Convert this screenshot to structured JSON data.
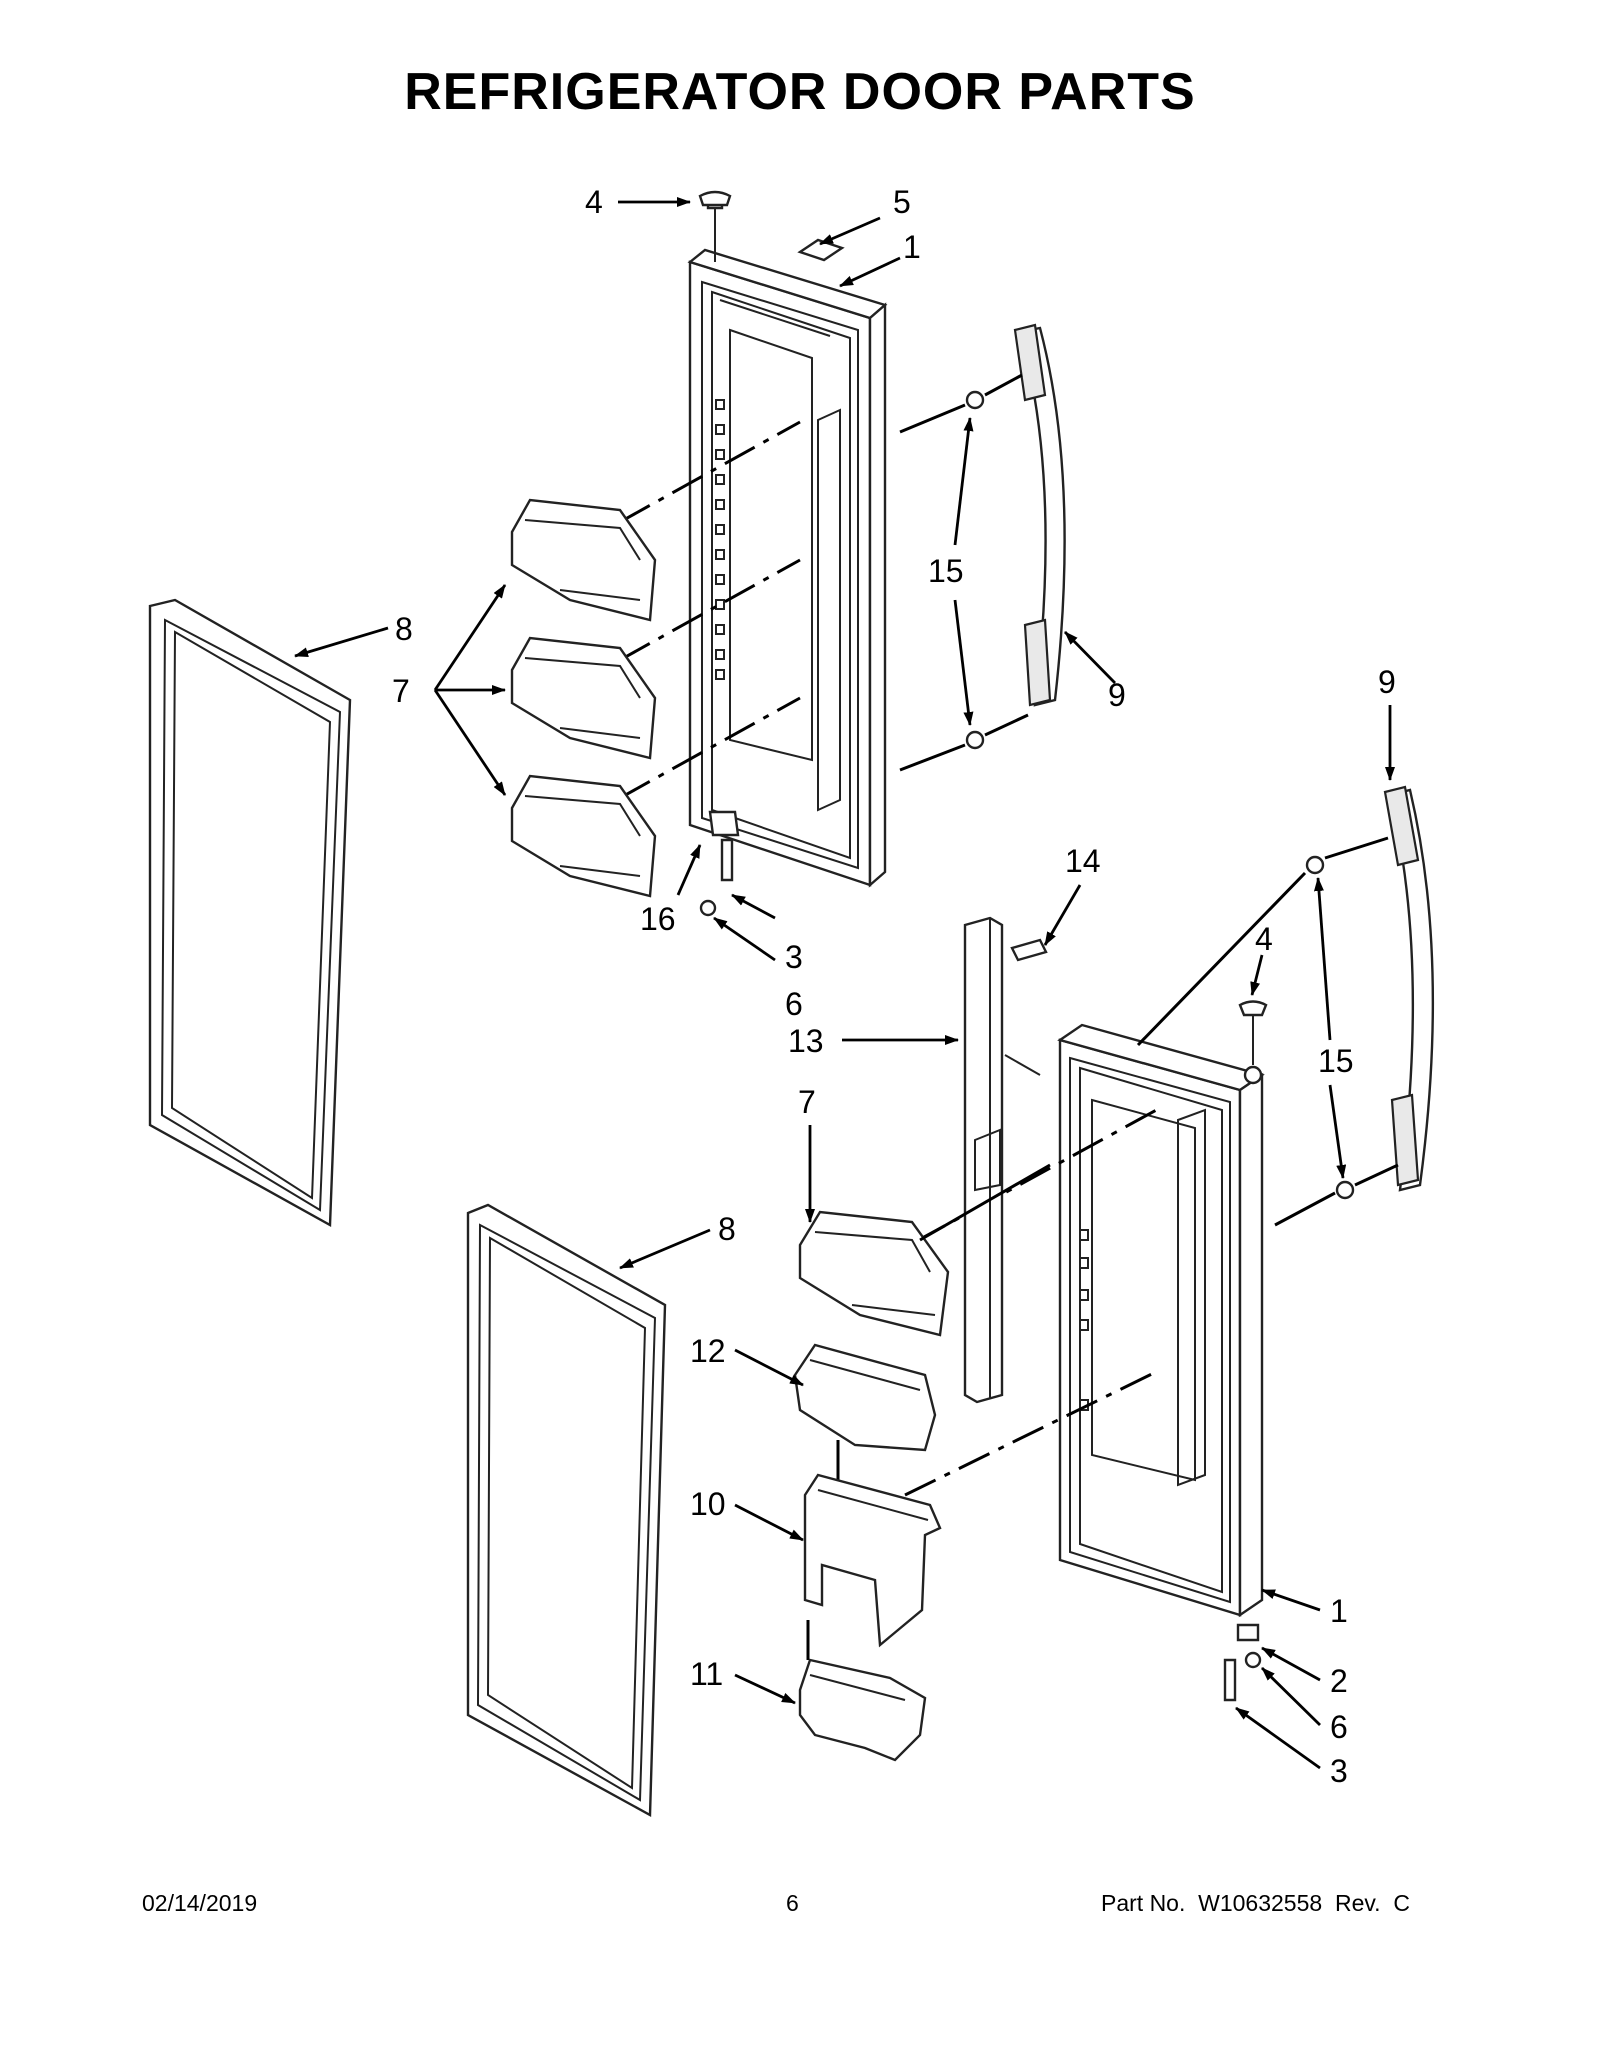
{
  "title": "REFRIGERATOR DOOR PARTS",
  "callouts": [
    {
      "id": "c4a",
      "text": "4"
    },
    {
      "id": "c5",
      "text": "5"
    },
    {
      "id": "c1a",
      "text": "1"
    },
    {
      "id": "c15a",
      "text": "15"
    },
    {
      "id": "c8a",
      "text": "8"
    },
    {
      "id": "c7a",
      "text": "7"
    },
    {
      "id": "c9a",
      "text": "9"
    },
    {
      "id": "c9b",
      "text": "9"
    },
    {
      "id": "c14",
      "text": "14"
    },
    {
      "id": "c16",
      "text": "16"
    },
    {
      "id": "c3a",
      "text": "3"
    },
    {
      "id": "c6a",
      "text": "6"
    },
    {
      "id": "c4b",
      "text": "4"
    },
    {
      "id": "c15b",
      "text": "15"
    },
    {
      "id": "c13",
      "text": "13"
    },
    {
      "id": "c7b",
      "text": "7"
    },
    {
      "id": "c8b",
      "text": "8"
    },
    {
      "id": "c12",
      "text": "12"
    },
    {
      "id": "c10",
      "text": "10"
    },
    {
      "id": "c1b",
      "text": "1"
    },
    {
      "id": "c2",
      "text": "2"
    },
    {
      "id": "c11",
      "text": "11"
    },
    {
      "id": "c6b",
      "text": "6"
    },
    {
      "id": "c3b",
      "text": "3"
    }
  ],
  "footer": {
    "date": "02/14/2019",
    "page": "6",
    "part_number": "Part No.  W10632558  Rev.  C"
  }
}
